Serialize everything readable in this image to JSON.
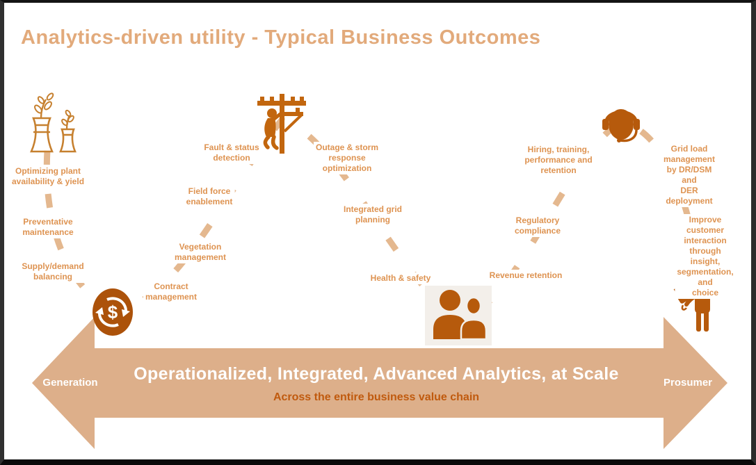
{
  "title": "Analytics-driven utility - Typical Business Outcomes",
  "wave_labels": [
    {
      "text": "Optimizing plant\navailability & yield"
    },
    {
      "text": "Preventative\nmaintenance"
    },
    {
      "text": "Supply/demand\nbalancing"
    },
    {
      "text": "Contract\nmanagement"
    },
    {
      "text": "Vegetation\nmanagement"
    },
    {
      "text": "Field force\nenablement"
    },
    {
      "text": "Fault & status\ndetection"
    },
    {
      "text": "Outage & storm\nresponse\noptimization"
    },
    {
      "text": "Integrated grid\nplanning"
    },
    {
      "text": "Health & safety"
    },
    {
      "text": "Revenue retention"
    },
    {
      "text": "Regulatory\ncompliance"
    },
    {
      "text": "Hiring, training,\nperformance and\nretention"
    },
    {
      "text": "Grid load\nmanagement\nby DR/DSM and\nDER deployment"
    },
    {
      "text": "Improve customer\ninteraction through\ninsight,\nsegmentation, and\nchoice"
    }
  ],
  "arrow": {
    "headline": "Operationalized, Integrated, Advanced Analytics, at Scale",
    "subline": "Across the entire business value chain",
    "left_label": "Generation",
    "right_label": "Prosumer"
  },
  "icons": {
    "currency_symbol": "$",
    "names": [
      "power-plant-icon",
      "currency-cycle-icon",
      "lineman-pole-icon",
      "customers-icon",
      "headset-agent-icon",
      "prosumer-plug-icon"
    ]
  },
  "colors": {
    "title": "#E2AA7B",
    "label_text": "#DE9351",
    "curve_dash": "#E4B88F",
    "icon_dark": "#B65A0C",
    "currency_bg": "#AC520A",
    "arrow_fill": "#DDAF8A",
    "subline_text": "#C05A0E"
  }
}
